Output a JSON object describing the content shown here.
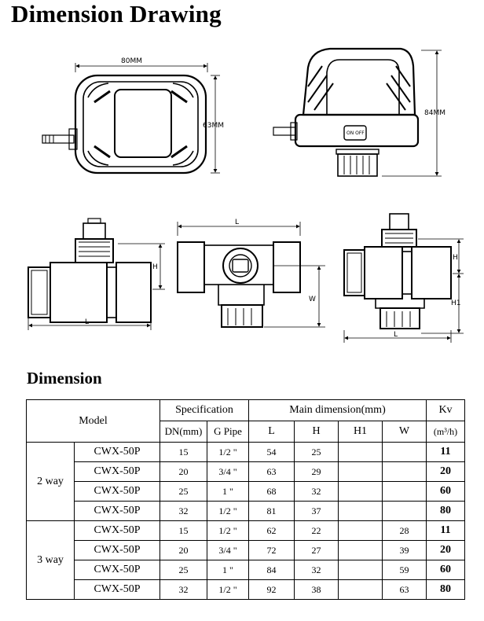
{
  "heading": "Dimension Drawing",
  "dimension_heading": "Dimension",
  "drawing_labels": {
    "width_80": "80MM",
    "height_63": "63MM",
    "height_84": "84MM",
    "switch": "ON OFF",
    "L": "L",
    "H": "H",
    "W": "W",
    "H1": "H1"
  },
  "table": {
    "header": {
      "model": "Model",
      "specification": "Specification",
      "main_dimension": "Main dimension(mm)",
      "kv": "Kv",
      "kv_unit": "(m³/h)",
      "dn": "DN(mm)",
      "g_pipe": "G Pipe",
      "L": "L",
      "H": "H",
      "H1": "H1",
      "W": "W"
    },
    "groups": [
      {
        "type": "2 way",
        "rows": [
          {
            "model": "CWX-50P",
            "dn": "15",
            "g": "1/2 \"",
            "L": "54",
            "H": "25",
            "H1": "",
            "W": "",
            "kv": "11"
          },
          {
            "model": "CWX-50P",
            "dn": "20",
            "g": "3/4 \"",
            "L": "63",
            "H": "29",
            "H1": "",
            "W": "",
            "kv": "20"
          },
          {
            "model": "CWX-50P",
            "dn": "25",
            "g": "1 \"",
            "L": "68",
            "H": "32",
            "H1": "",
            "W": "",
            "kv": "60"
          },
          {
            "model": "CWX-50P",
            "dn": "32",
            "g": "1/2 \"",
            "L": "81",
            "H": "37",
            "H1": "",
            "W": "",
            "kv": "80"
          }
        ]
      },
      {
        "type": "3 way",
        "rows": [
          {
            "model": "CWX-50P",
            "dn": "15",
            "g": "1/2 \"",
            "L": "62",
            "H": "22",
            "H1": "",
            "W": "28",
            "kv": "11"
          },
          {
            "model": "CWX-50P",
            "dn": "20",
            "g": "3/4 \"",
            "L": "72",
            "H": "27",
            "H1": "",
            "W": "39",
            "kv": "20"
          },
          {
            "model": "CWX-50P",
            "dn": "25",
            "g": "1 \"",
            "L": "84",
            "H": "32",
            "H1": "",
            "W": "59",
            "kv": "60"
          },
          {
            "model": "CWX-50P",
            "dn": "32",
            "g": "1/2 \"",
            "L": "92",
            "H": "38",
            "H1": "",
            "W": "63",
            "kv": "80"
          }
        ]
      }
    ]
  }
}
